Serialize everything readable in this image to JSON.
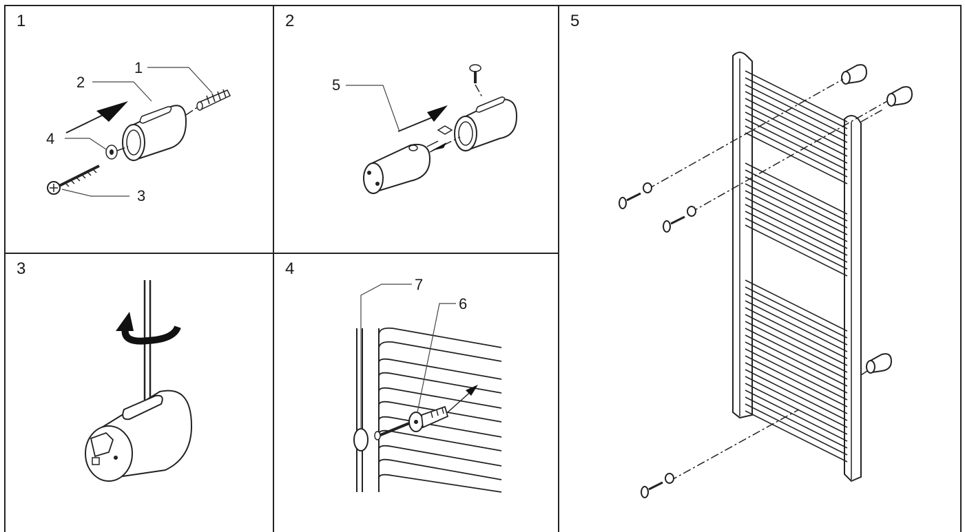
{
  "panels": [
    {
      "number": "1",
      "callouts": [
        "1",
        "2",
        "4",
        "3"
      ]
    },
    {
      "number": "2",
      "callouts": [
        "5"
      ]
    },
    {
      "number": "3",
      "callouts": []
    },
    {
      "number": "4",
      "callouts": [
        "7",
        "6"
      ]
    },
    {
      "number": "5",
      "callouts": []
    }
  ]
}
